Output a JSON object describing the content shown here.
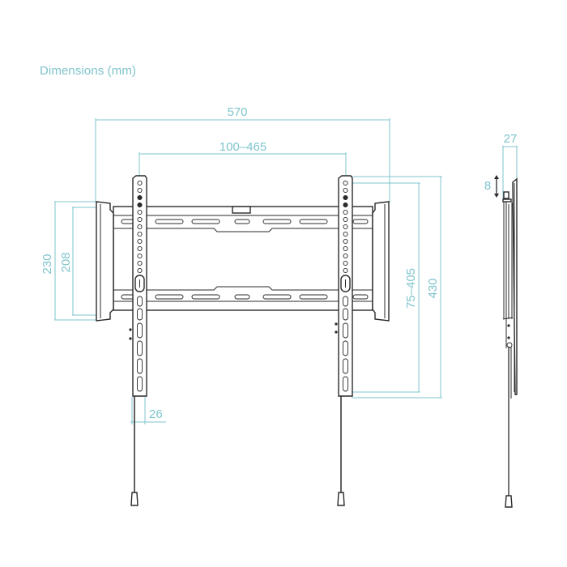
{
  "title": "Dimensions (mm)",
  "colors": {
    "dimension_lines": "#7fc4cc",
    "drawing_lines": "#2a2a2a",
    "background": "#ffffff"
  },
  "dimensions": {
    "overall_width": "570",
    "vesa_horizontal": "100–465",
    "overall_height_arm": "230",
    "inner_height_arm": "208",
    "vesa_vertical": "75–405",
    "overall_height": "430",
    "bracket_width": "26",
    "depth": "27",
    "vertical_adjust": "8"
  },
  "views": [
    {
      "name": "front-view",
      "description": "Fixed TV wall mount front elevation"
    },
    {
      "name": "side-view",
      "description": "Side profile"
    }
  ]
}
